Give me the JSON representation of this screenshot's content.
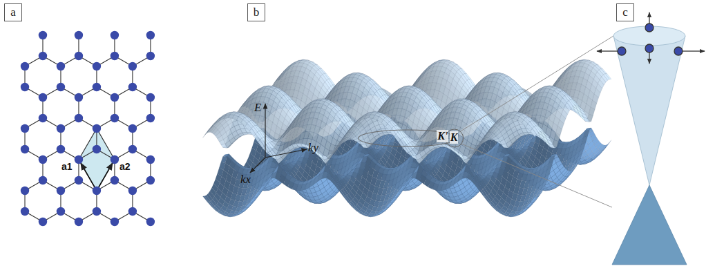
{
  "diagram": {
    "nodes": [
      {
        "text": [
          "a"
        ]
      },
      {
        "text": [
          "b"
        ]
      },
      {
        "text": [
          "c"
        ]
      }
    ],
    "labels": [
      "a1",
      "a2",
      "E",
      "kx",
      "ky",
      "K'",
      "K"
    ]
  }
}
